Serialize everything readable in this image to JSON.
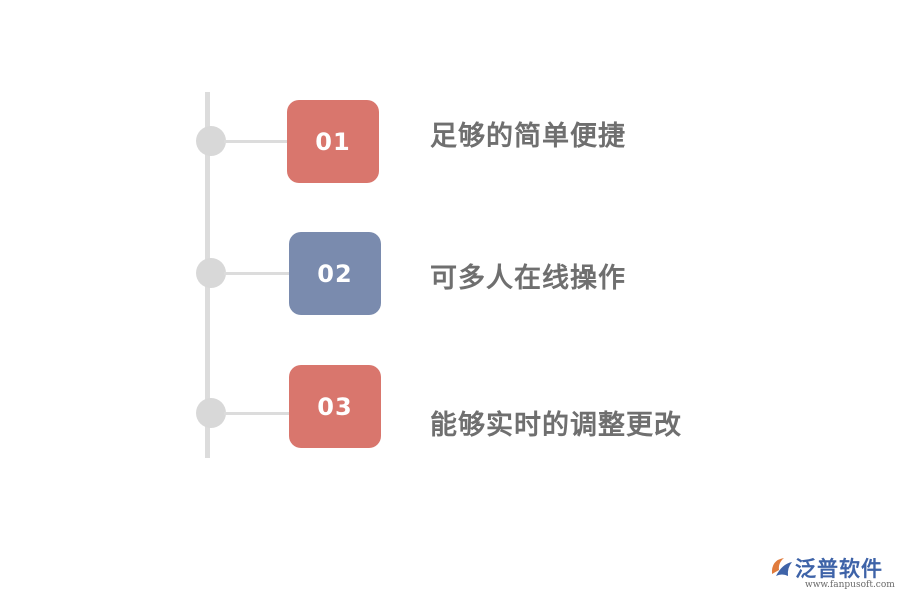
{
  "steps": [
    {
      "number": "01",
      "text": "足够的简单便捷",
      "color": "#d9766d"
    },
    {
      "number": "02",
      "text": "可多人在线操作",
      "color": "#7a8bae"
    },
    {
      "number": "03",
      "text": "能够实时的调整更改",
      "color": "#d9766d"
    }
  ],
  "brand": {
    "name": "泛普软件",
    "url": "www.fanpusoft.com",
    "colors": {
      "primary": "#3e63a8",
      "accent": "#e07b3c"
    }
  }
}
